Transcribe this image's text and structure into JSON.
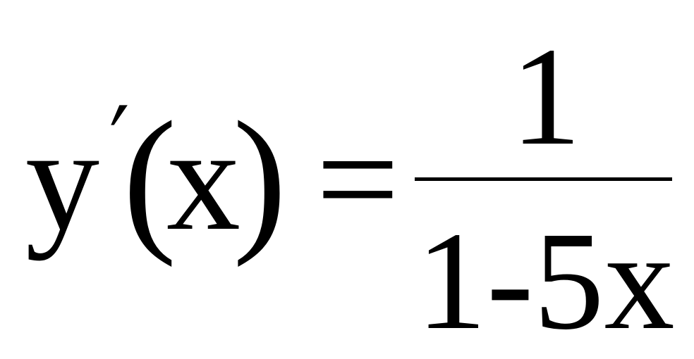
{
  "formula": {
    "lhs": {
      "function_symbol": "y",
      "prime": "′",
      "open_paren": "(",
      "variable": "x",
      "close_paren": ")"
    },
    "operator": "=",
    "rhs": {
      "numerator": "1",
      "denominator": "1-5x"
    }
  },
  "colors": {
    "ink": "#000000",
    "background": "#ffffff"
  }
}
